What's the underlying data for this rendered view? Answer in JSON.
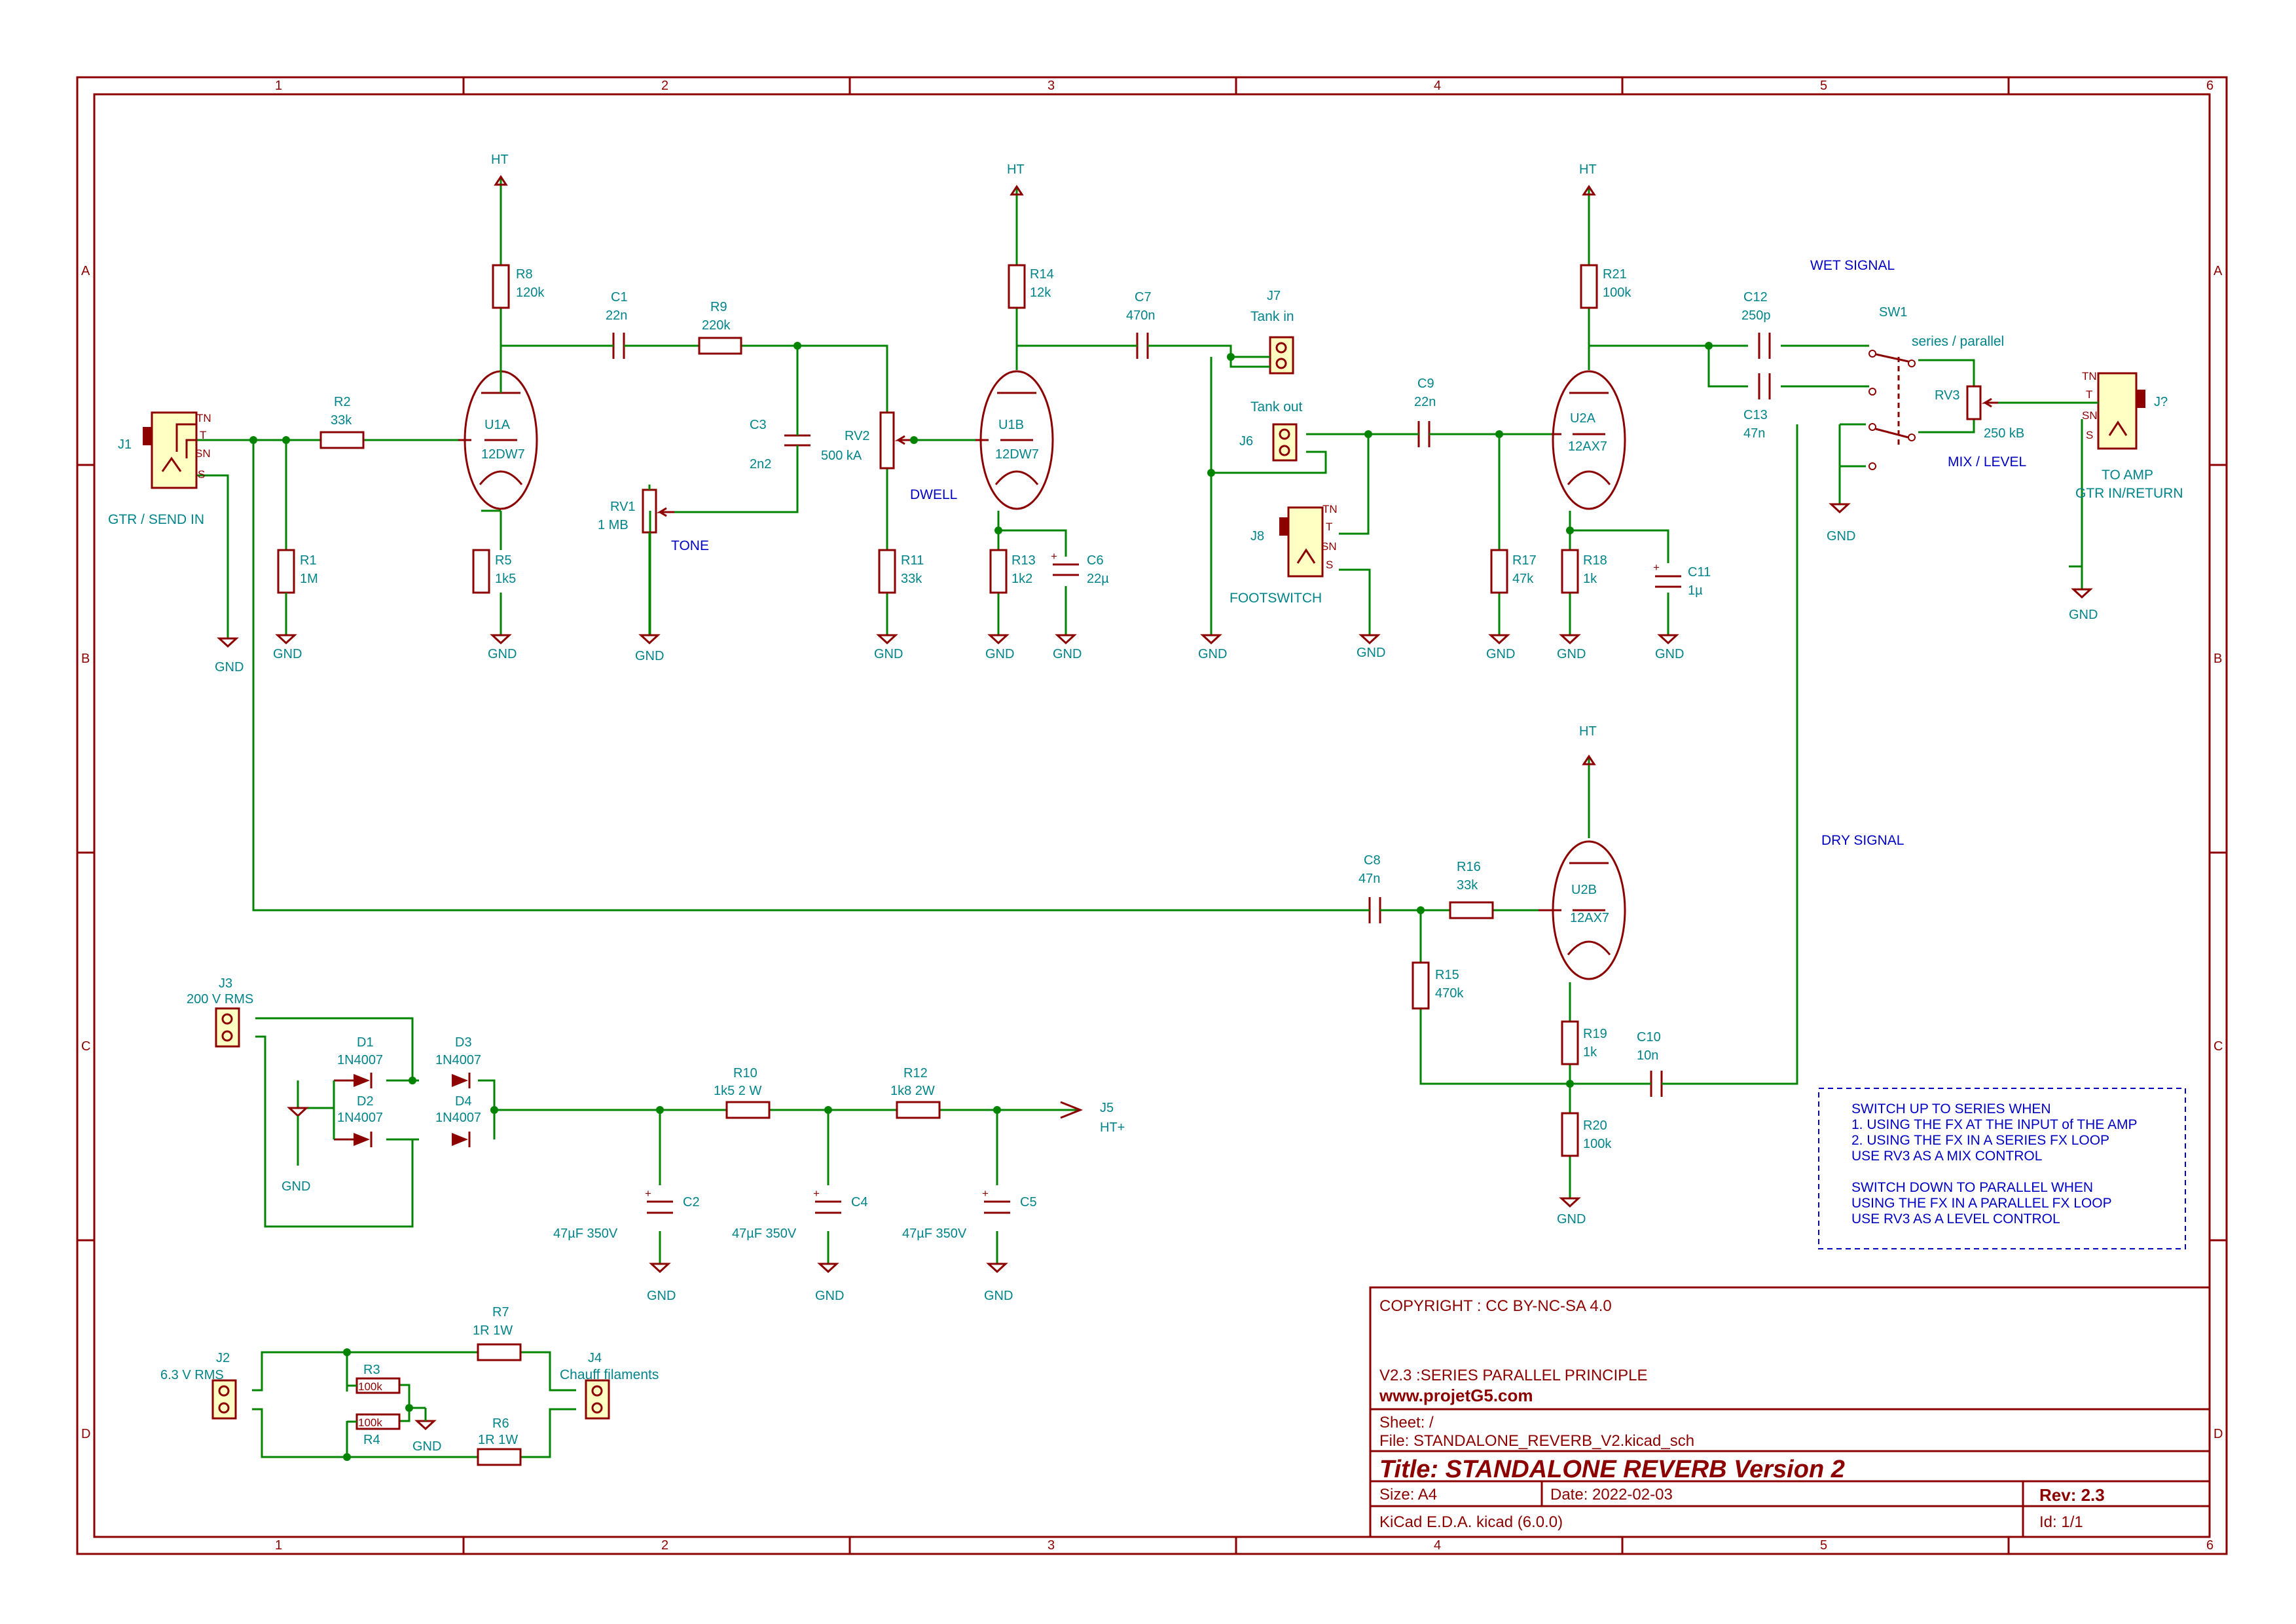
{
  "frame": {
    "columns": [
      "1",
      "2",
      "3",
      "4",
      "5",
      "6"
    ],
    "rows": [
      "A",
      "B",
      "C",
      "D"
    ]
  },
  "title_block": {
    "copyright": "COPYRIGHT :   CC BY-NC-SA 4.0",
    "comment_version": "V2.3 :SERIES PARALLEL PRINCIPLE",
    "website": "www.projetG5.com",
    "sheet": "Sheet: /",
    "file": "File: STANDALONE_REVERB_V2.kicad_sch",
    "title": "Title: STANDALONE REVERB Version 2",
    "size": "Size: A4",
    "date": "Date: 2022-02-03",
    "rev": "Rev: 2.3",
    "tool": "KiCad E.D.A.  kicad (6.0.0)",
    "id": "Id: 1/1"
  },
  "notes": {
    "wet_signal": "WET SIGNAL",
    "dry_signal": "DRY SIGNAL",
    "series_parallel": "series / parallel",
    "mix_level": "MIX / LEVEL",
    "to_amp": "TO AMP",
    "gtr_return": "GTR IN/RETURN",
    "gtr_send": "GTR / SEND IN",
    "tone": "TONE",
    "dwell": "DWELL",
    "footswitch": "FOOTSWITCH",
    "tank_in": "Tank in",
    "tank_out": "Tank out",
    "chauff": "Chauff filaments",
    "instructions": [
      "SWITCH UP TO SERIES WHEN",
      "1. USING THE FX AT THE INPUT of THE AMP",
      "2. USING THE FX IN A SERIES FX LOOP",
      "USE RV3 AS A MIX CONTROL",
      "",
      "SWITCH DOWN TO PARALLEL WHEN",
      "USING THE FX IN A PARALLEL FX LOOP",
      "USE RV3 AS A LEVEL CONTROL"
    ]
  },
  "power": {
    "ht": "HT",
    "gnd": "GND",
    "htplus": "HT+"
  },
  "components": {
    "R1": {
      "ref": "R1",
      "val": "1M"
    },
    "R2": {
      "ref": "R2",
      "val": "33k"
    },
    "R3": {
      "ref": "R3",
      "val": "100k"
    },
    "R4": {
      "ref": "R4",
      "val": "100k"
    },
    "R5": {
      "ref": "R5",
      "val": "1k5"
    },
    "R6": {
      "ref": "R6",
      "val": "1R  1W"
    },
    "R7": {
      "ref": "R7",
      "val": "1R  1W"
    },
    "R8": {
      "ref": "R8",
      "val": "120k"
    },
    "R9": {
      "ref": "R9",
      "val": "220k"
    },
    "R10": {
      "ref": "R10",
      "val": "1k5  2 W"
    },
    "R11": {
      "ref": "R11",
      "val": "33k"
    },
    "R12": {
      "ref": "R12",
      "val": "1k8  2W"
    },
    "R13": {
      "ref": "R13",
      "val": "1k2"
    },
    "R14": {
      "ref": "R14",
      "val": "12k"
    },
    "R15": {
      "ref": "R15",
      "val": "470k"
    },
    "R16": {
      "ref": "R16",
      "val": "33k"
    },
    "R17": {
      "ref": "R17",
      "val": "47k"
    },
    "R18": {
      "ref": "R18",
      "val": "1k"
    },
    "R19": {
      "ref": "R19",
      "val": "1k"
    },
    "R20": {
      "ref": "R20",
      "val": "100k"
    },
    "R21": {
      "ref": "R21",
      "val": "100k"
    },
    "C1": {
      "ref": "C1",
      "val": "22n"
    },
    "C2": {
      "ref": "C2",
      "val": "47µF 350V"
    },
    "C3": {
      "ref": "C3",
      "val": "2n2"
    },
    "C4": {
      "ref": "C4",
      "val": "47µF 350V"
    },
    "C5": {
      "ref": "C5",
      "val": "47µF 350V"
    },
    "C6": {
      "ref": "C6",
      "val": "22µ"
    },
    "C7": {
      "ref": "C7",
      "val": "470n"
    },
    "C8": {
      "ref": "C8",
      "val": "47n"
    },
    "C9": {
      "ref": "C9",
      "val": "22n"
    },
    "C10": {
      "ref": "C10",
      "val": "10n"
    },
    "C11": {
      "ref": "C11",
      "val": "1µ"
    },
    "C12": {
      "ref": "C12",
      "val": "250p"
    },
    "C13": {
      "ref": "C13",
      "val": "47n"
    },
    "D1": {
      "ref": "D1",
      "val": "1N4007"
    },
    "D2": {
      "ref": "D2",
      "val": "1N4007"
    },
    "D3": {
      "ref": "D3",
      "val": "1N4007"
    },
    "D4": {
      "ref": "D4",
      "val": "1N4007"
    },
    "RV1": {
      "ref": "RV1",
      "val": "1 MB"
    },
    "RV2": {
      "ref": "RV2",
      "val": "500 kA"
    },
    "RV3": {
      "ref": "RV3",
      "val": "250 kB"
    },
    "U1A": {
      "ref": "U1A",
      "val": "12DW7"
    },
    "U1B": {
      "ref": "U1B",
      "val": "12DW7"
    },
    "U2A": {
      "ref": "U2A",
      "val": "12AX7"
    },
    "U2B": {
      "ref": "U2B",
      "val": "12AX7"
    },
    "J1": {
      "ref": "J1"
    },
    "J2": {
      "ref": "J2",
      "val": "6.3 V RMS"
    },
    "J3": {
      "ref": "J3",
      "val": "200 V RMS"
    },
    "J4": {
      "ref": "J4"
    },
    "J5": {
      "ref": "J5"
    },
    "J6": {
      "ref": "J6"
    },
    "J7": {
      "ref": "J7"
    },
    "J8": {
      "ref": "J8"
    },
    "Jq": {
      "ref": "J?"
    },
    "SW1": {
      "ref": "SW1"
    }
  }
}
